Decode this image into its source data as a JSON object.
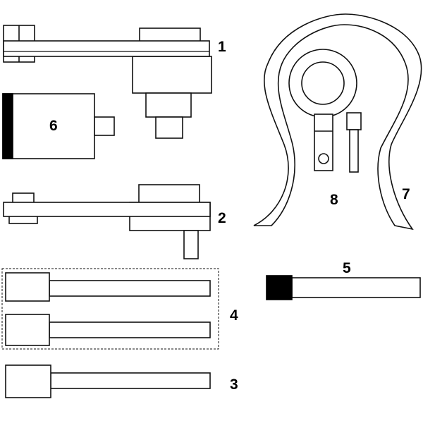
{
  "labels": {
    "l1": "1",
    "l2": "2",
    "l3": "3",
    "l4": "4",
    "l5": "5",
    "l6": "6",
    "l7": "7",
    "l8": "8"
  },
  "colors": {
    "outline": "#111111",
    "fill": "#ffffff",
    "solid": "#000000"
  }
}
